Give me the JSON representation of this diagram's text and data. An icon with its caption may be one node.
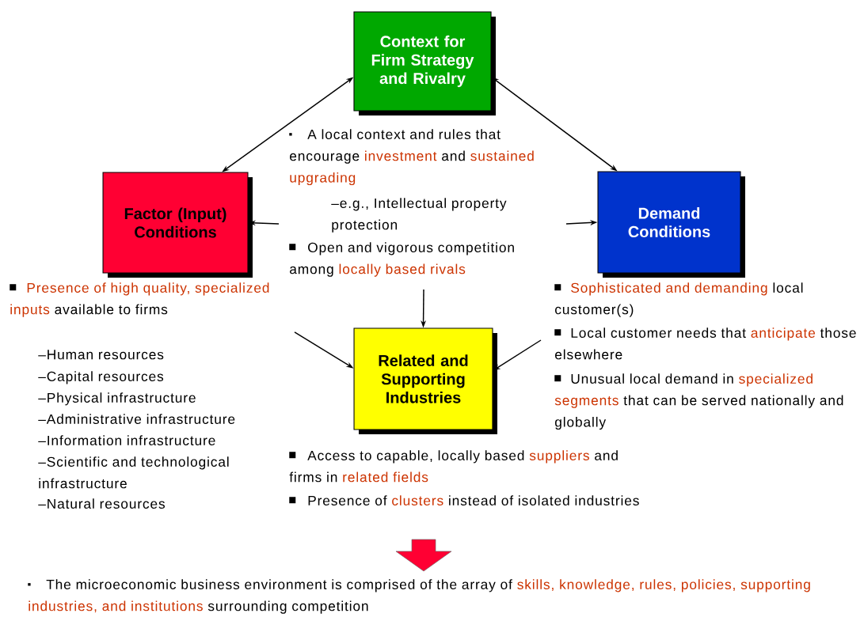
{
  "diagram": {
    "nodes": [
      {
        "text": [
          "Context for Firm Strategy and Rivalry"
        ]
      },
      {
        "text": [
          "Factor (Input) Conditions"
        ]
      },
      {
        "text": [
          "Demand Conditions"
        ]
      },
      {
        "text": [
          "Related and Supporting Industries"
        ]
      }
    ],
    "edges": [
      {
        "from": 0,
        "to": 1,
        "arrow": "both"
      },
      {
        "from": 0,
        "to": 2,
        "arrow": "both"
      },
      {
        "from": null,
        "to": 1,
        "arrow": "to"
      },
      {
        "from": null,
        "to": 2,
        "arrow": "to"
      },
      {
        "from": null,
        "to": 3,
        "arrow": "to"
      },
      {
        "from": null,
        "to": 3,
        "arrow": "to"
      },
      {
        "from": null,
        "to": 3,
        "arrow": "to"
      }
    ],
    "labels": [
      "A local context and rules that encourage",
      "investment",
      "and",
      "sustained upgrading",
      "–e.g., Intellectual property protection",
      "Open and vigorous competition among",
      "locally based rivals",
      "Presence of high quality, specialized inputs",
      "available to firms",
      "–Human resources",
      "–Capital resources",
      "–Physical infrastructure",
      "–Administrative infrastructure",
      "–Information infrastructure",
      "–Scientific and technological infrastructure",
      "–Natural resources",
      "Sophisticated and demanding",
      "local customer(s)",
      "Local customer needs that",
      "anticipate",
      "those elsewhere",
      "Unusual local demand in",
      "specialized segments",
      "that can be served nationally and globally",
      "Access to capable, locally based",
      "suppliers",
      "and firms in",
      "related fields",
      "Presence of",
      "clusters",
      "instead of isolated industries",
      "The microeconomic business environment is comprised of the array of",
      "skills, knowledge, rules, policies, supporting industries, and institutions",
      "surrounding competition"
    ]
  }
}
